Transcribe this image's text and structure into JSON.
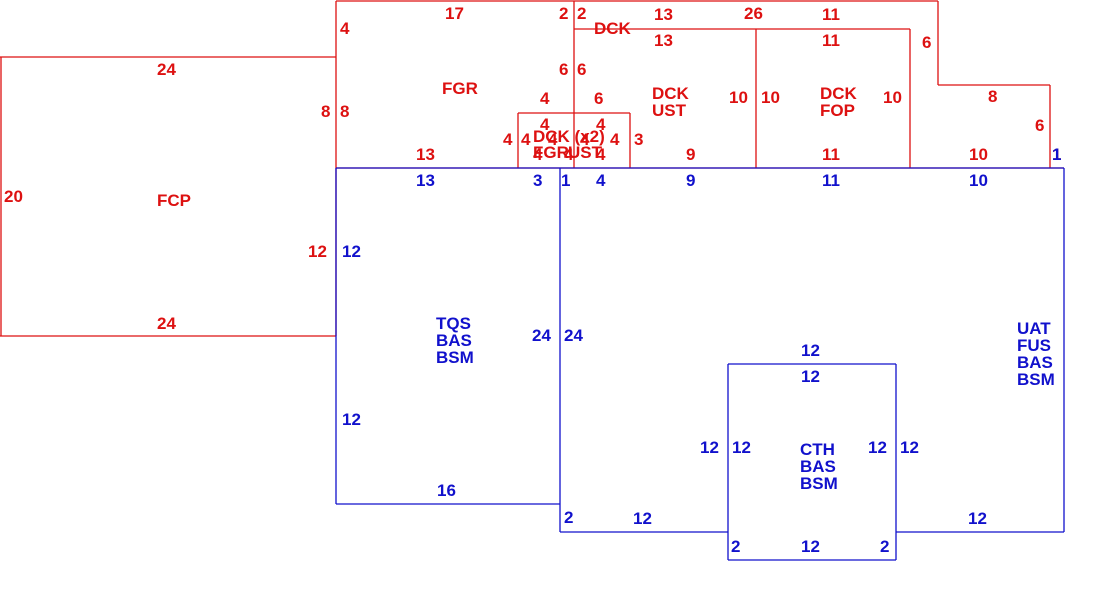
{
  "colors": {
    "upper": "#dd1111",
    "lower": "#1111cc",
    "background": "#ffffff"
  },
  "areas": [
    {
      "id": "fcp",
      "level": "upper",
      "lines": [
        "FCP"
      ],
      "dims": [
        "24",
        "24",
        "20",
        "8",
        "12"
      ]
    },
    {
      "id": "fgr",
      "level": "upper",
      "lines": [
        "FGR"
      ],
      "dims": [
        "17",
        "4",
        "2",
        "8",
        "13",
        "6",
        "4",
        "4"
      ]
    },
    {
      "id": "dck-top",
      "level": "upper",
      "lines": [
        "DCK"
      ],
      "dims": [
        "2",
        "13",
        "26",
        "11",
        "6",
        "8",
        "6",
        "1",
        "10",
        "6"
      ]
    },
    {
      "id": "dck-ust",
      "level": "upper",
      "lines": [
        "DCK",
        "UST"
      ],
      "dims": [
        "13",
        "10",
        "9",
        "6",
        "4"
      ]
    },
    {
      "id": "dck-fop",
      "level": "upper",
      "lines": [
        "DCK",
        "FOP"
      ],
      "dims": [
        "11",
        "10",
        "11",
        "10"
      ]
    },
    {
      "id": "dck-x2",
      "level": "upper",
      "lines": [
        "DCK (x2)",
        "FGR",
        "UST"
      ],
      "dims": [
        "4",
        "4",
        "4",
        "4",
        "4",
        "3",
        "4",
        "4",
        "4"
      ]
    },
    {
      "id": "tqs",
      "level": "lower",
      "lines": [
        "TQS",
        "BAS",
        "BSM"
      ],
      "dims": [
        "13",
        "3",
        "12",
        "24",
        "12",
        "16",
        "1"
      ]
    },
    {
      "id": "uat",
      "level": "lower",
      "lines": [
        "UAT",
        "FUS",
        "BAS",
        "BSM"
      ],
      "dims": [
        "4",
        "9",
        "11",
        "10",
        "24",
        "2",
        "12",
        "12",
        "1"
      ]
    },
    {
      "id": "cth",
      "level": "lower",
      "lines": [
        "CTH",
        "BAS",
        "BSM"
      ],
      "dims": [
        "12",
        "12",
        "12",
        "12",
        "12",
        "12",
        "2",
        "12",
        "2"
      ]
    }
  ]
}
